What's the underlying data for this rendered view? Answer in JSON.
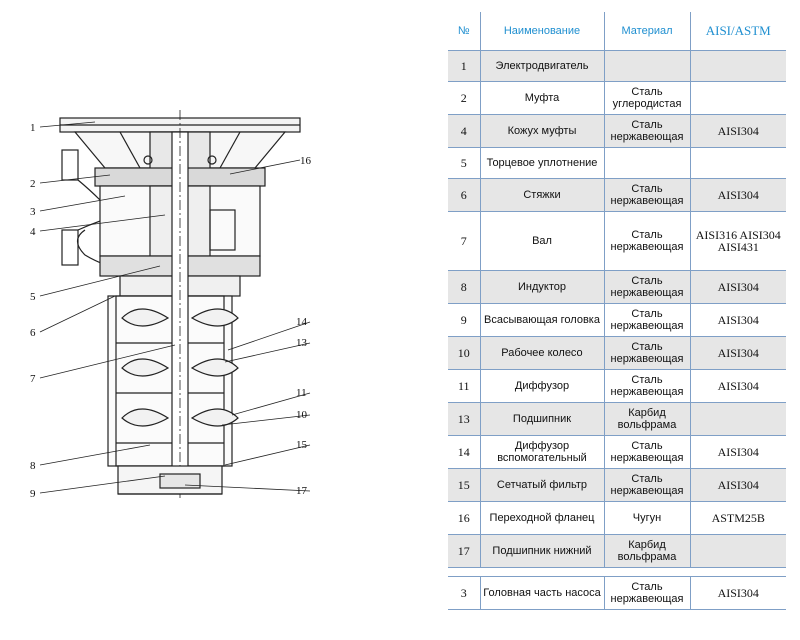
{
  "table": {
    "headers": {
      "num": "№",
      "name": "Наименование",
      "material": "Материал",
      "standard": "AISI/ASTM"
    },
    "rows": [
      {
        "num": "1",
        "name": "Электродвигатель",
        "material": "",
        "standard": "",
        "shaded": true
      },
      {
        "num": "2",
        "name": "Муфта",
        "material": "Сталь углеродистая",
        "standard": "",
        "shaded": false
      },
      {
        "num": "4",
        "name": "Кожух муфты",
        "material": "Сталь нержавеющая",
        "standard": "AISI304",
        "shaded": true
      },
      {
        "num": "5",
        "name": "Торцевое уплотнение",
        "material": "",
        "standard": "",
        "shaded": false
      },
      {
        "num": "6",
        "name": "Стяжки",
        "material": "Сталь нержавеющая",
        "standard": "AISI304",
        "shaded": true
      },
      {
        "num": "7",
        "name": "Вал",
        "material": "Сталь нержавеющая",
        "standard": "AISI316 AISI304 AISI431",
        "shaded": false
      },
      {
        "num": "8",
        "name": "Индуктор",
        "material": "Сталь нержавеющая",
        "standard": "AISI304",
        "shaded": true
      },
      {
        "num": "9",
        "name": "Всасывающая головка",
        "material": "Сталь нержавеющая",
        "standard": "AISI304",
        "shaded": false
      },
      {
        "num": "10",
        "name": "Рабочее колесо",
        "material": "Сталь нержавеющая",
        "standard": "AISI304",
        "shaded": true
      },
      {
        "num": "11",
        "name": "Диффузор",
        "material": "Сталь нержавеющая",
        "standard": "AISI304",
        "shaded": false
      },
      {
        "num": "13",
        "name": "Подшипник",
        "material": "Карбид вольфрама",
        "standard": "",
        "shaded": true
      },
      {
        "num": "14",
        "name": "Диффузор вспомогательный",
        "material": "Сталь нержавеющая",
        "standard": "AISI304",
        "shaded": false
      },
      {
        "num": "15",
        "name": "Сетчатый фильтр",
        "material": "Сталь нержавеющая",
        "standard": "AISI304",
        "shaded": true
      },
      {
        "num": "16",
        "name": "Переходной фланец",
        "material": "Чугун",
        "standard": "ASTM25B",
        "shaded": false
      },
      {
        "num": "17",
        "name": "Подшипник нижний",
        "material": "Карбид вольфрама",
        "standard": "",
        "shaded": true
      }
    ],
    "footer_row": {
      "num": "3",
      "name": "Головная часть насоса",
      "material": "Сталь нержавеющая",
      "standard": "AISI304"
    }
  },
  "drawing": {
    "left_labels": [
      "1",
      "2",
      "3",
      "4",
      "5",
      "6",
      "7",
      "8",
      "9"
    ],
    "right_labels": [
      "16",
      "14",
      "13",
      "11",
      "10",
      "15",
      "17"
    ]
  }
}
